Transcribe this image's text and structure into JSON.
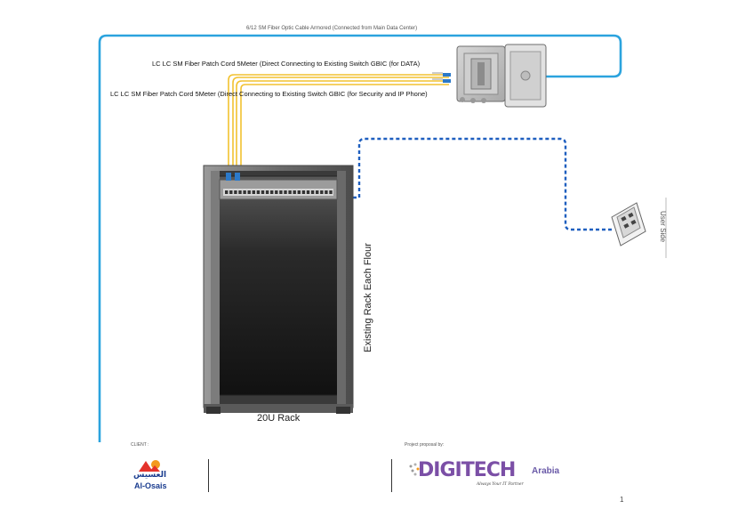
{
  "diagram": {
    "main_cable_label": "6/12 SM Fiber Optic Cable Armored (Connected from Main Data Center)",
    "patch_cord_data_label": "LC LC SM Fiber Patch Cord 5Meter (Direct Connecting to Existing Switch GBIC (for DATA)",
    "patch_cord_security_label": "LC LC SM Fiber Patch Cord 5Meter (Direct Connecting to Existing Switch GBIC (for Security and IP Phone)",
    "rack_caption": "20U Rack",
    "rack_side_label": "Existing Rack Each Flour",
    "user_side_label": "User Side",
    "colors": {
      "fiber_armored": "#2ba3de",
      "patch_cord": "#f2c230",
      "utp_dashed": "#1f5fbf",
      "rack_frame": "#7d7d7d",
      "rack_body": "#1e1e1e"
    }
  },
  "footer": {
    "client_label": "CLIENT :",
    "client_logo_arabic": "العسيس",
    "client_logo_english": "Al-Osais",
    "proposal_label": "Project proposal by:",
    "brand_name": "DIGITECH",
    "brand_suffix": "Arabia",
    "brand_tagline": "Always Your IT Partner",
    "page_number": "1"
  }
}
